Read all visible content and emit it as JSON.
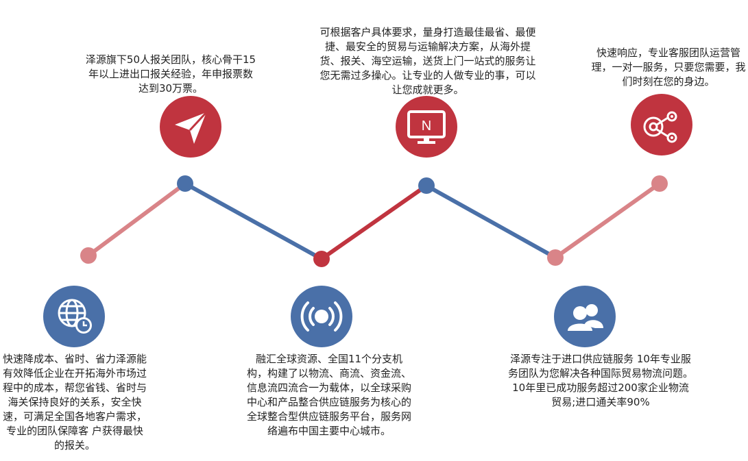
{
  "colors": {
    "red": "#c0343f",
    "blue": "#4a70a8",
    "pink": "#d98488"
  },
  "steps": [
    {
      "id": "cost",
      "position": "bottom",
      "icon": "globe-clock-icon",
      "icon_color": "#4a70a8",
      "node_color": "#d98488",
      "text": "快速降成本、省时、省力泽源能有效降低企业在开拓海外市场过程中的成本，帮您省钱、省时与海关保持良好的关系，安全快速，可满足全国各地客户需求，专业的团队保障客 户获得最快的报关。"
    },
    {
      "id": "team",
      "position": "top",
      "icon": "paper-plane-icon",
      "icon_color": "#c0343f",
      "node_color": "#4a70a8",
      "text": "泽源旗下50人报关团队，核心骨干15年以上进出口报关经验，年申报票数达到30万票。"
    },
    {
      "id": "resources",
      "position": "bottom",
      "icon": "broadcast-icon",
      "icon_color": "#4a70a8",
      "node_color": "#c0343f",
      "text": "融汇全球资源、全国11个分支机构，构建了以物流、商流、资金流、信息流四流合一为载体，以全球采购中心和产品整合供应链服务为核心的全球整合型供应链服务平台，服务网络遍布中国主要中心城市。"
    },
    {
      "id": "solution",
      "position": "top",
      "icon": "monitor-icon",
      "icon_color": "#c0343f",
      "node_color": "#4a70a8",
      "text": "可根据客户具体要求，量身打造最佳最省、最便捷、最安全的贸易与运输解决方案，从海外提货、报关、海空运输，送货上门一站式的服务让您无需过多操心。让专业的人做专业的事，可以让您成就更多。"
    },
    {
      "id": "supply",
      "position": "bottom",
      "icon": "users-icon",
      "icon_color": "#4a70a8",
      "node_color": "#d98488",
      "text": "泽源专注于进口供应链服务 10年专业服务团队为您解决各种国际贸易物流问题。10年里已成功服务超过200家企业物流贸易;进口通关率90%"
    },
    {
      "id": "response",
      "position": "top",
      "icon": "target-share-icon",
      "icon_color": "#c0343f",
      "node_color": "#d98488",
      "text": "快速响应，专业客服团队运营管理，一对一服务，只要您需要，我们时刻在您的身边。"
    }
  ],
  "segments": [
    {
      "from": 0,
      "to": 1,
      "color": "#d98488"
    },
    {
      "from": 1,
      "to": 2,
      "color": "#4a70a8"
    },
    {
      "from": 2,
      "to": 3,
      "color": "#c0343f"
    },
    {
      "from": 3,
      "to": 4,
      "color": "#4a70a8"
    },
    {
      "from": 4,
      "to": 5,
      "color": "#d98488"
    }
  ]
}
